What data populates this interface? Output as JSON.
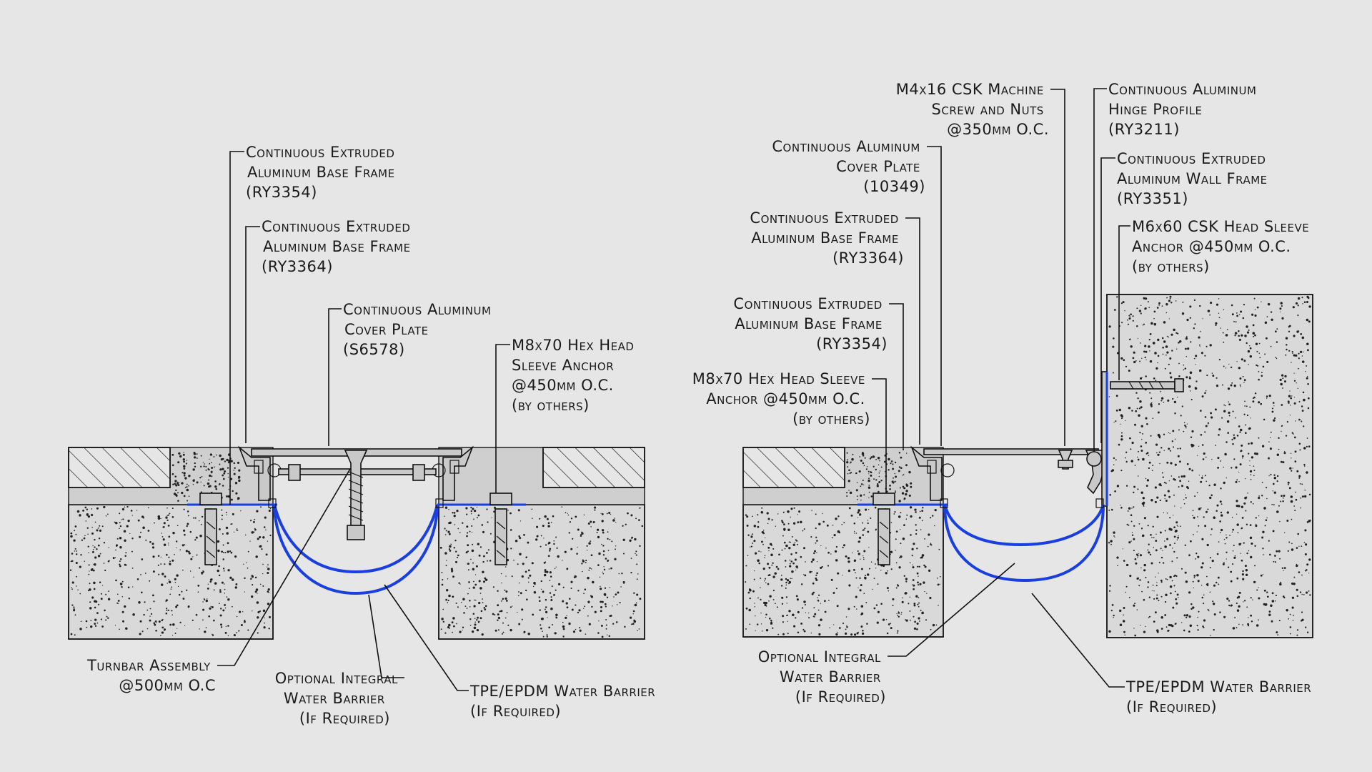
{
  "left_detail": {
    "labels": {
      "base_frame_1": [
        "Continuous Extruded",
        "Aluminum Base Frame",
        "(RY3354)"
      ],
      "base_frame_2": [
        "Continuous Extruded",
        "Aluminum Base Frame",
        "(RY3364)"
      ],
      "cover_plate": [
        "Continuous Aluminum",
        "Cover Plate",
        "(S6578)"
      ],
      "anchor": [
        "M8x70 Hex Head",
        "Sleeve Anchor",
        "@450mm O.C.",
        "(by others)"
      ],
      "turnbar": [
        "Turnbar Assembly",
        "@500mm O.C"
      ],
      "integral_barrier": [
        "Optional Integral",
        "Water Barrier",
        "(If Required)"
      ],
      "tpe_barrier": [
        "TPE/EPDM Water Barrier",
        "(If Required)"
      ]
    }
  },
  "right_detail": {
    "labels": {
      "machine_screw": [
        "M4x16 CSK Machine",
        "Screw and Nuts",
        "@350mm O.C."
      ],
      "hinge_profile": [
        "Continuous Aluminum",
        "Hinge Profile",
        "(RY3211)"
      ],
      "cover_plate": [
        "Continuous Aluminum",
        "Cover Plate",
        "(10349)"
      ],
      "wall_frame": [
        "Continuous Extruded",
        "Aluminum Wall Frame",
        "(RY3351)"
      ],
      "base_frame_2": [
        "Continuous Extruded",
        "Aluminum Base Frame",
        "(RY3364)"
      ],
      "sleeve_anchor_m6": [
        "M6x60 CSK Head Sleeve",
        "Anchor @450mm O.C.",
        "(by others)"
      ],
      "base_frame_1": [
        "Continuous Extruded",
        "Aluminum Base Frame",
        "(RY3354)"
      ],
      "anchor": [
        "M8x70 Hex Head Sleeve",
        "Anchor @450mm O.C.",
        "(by others)"
      ],
      "integral_barrier": [
        "Optional Integral",
        "Water Barrier",
        "(If Required)"
      ],
      "tpe_barrier": [
        "TPE/EPDM Water Barrier",
        "(If Required)"
      ]
    }
  }
}
